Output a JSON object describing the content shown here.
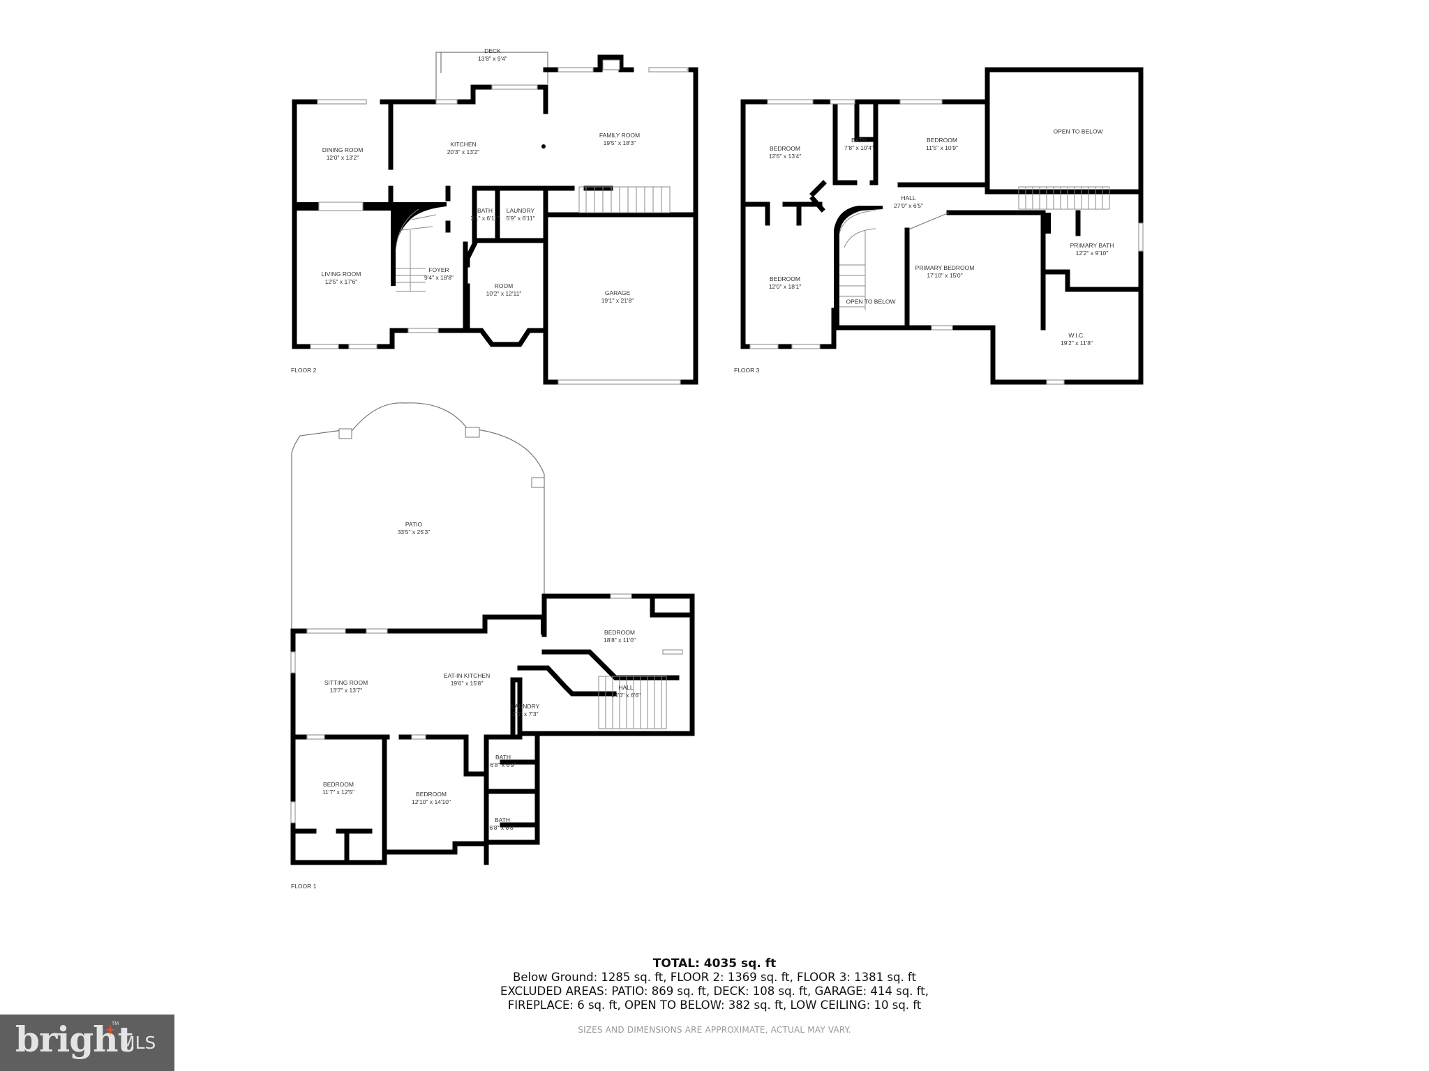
{
  "floors": {
    "floor2": {
      "label": "FLOOR 2",
      "rooms": [
        {
          "name": "DECK",
          "dims": "13'8\" x 9'4\""
        },
        {
          "name": "DINING ROOM",
          "dims": "12'0\" x 13'2\""
        },
        {
          "name": "KITCHEN",
          "dims": "20'3\" x 13'2\""
        },
        {
          "name": "FAMILY ROOM",
          "dims": "19'5\" x 18'3\""
        },
        {
          "name": "BATH",
          "dims": "3'1\" x 6'11\""
        },
        {
          "name": "LAUNDRY",
          "dims": "5'9\" x 6'11\""
        },
        {
          "name": "LIVING ROOM",
          "dims": "12'5\" x 17'6\""
        },
        {
          "name": "FOYER",
          "dims": "9'4\" x 18'8\""
        },
        {
          "name": "ROOM",
          "dims": "10'2\" x 12'11\""
        },
        {
          "name": "GARAGE",
          "dims": "19'1\" x 21'8\""
        }
      ]
    },
    "floor3": {
      "label": "FLOOR 3",
      "rooms": [
        {
          "name": "BEDROOM",
          "dims": "12'6\" x 13'4\""
        },
        {
          "name": "BATH",
          "dims": "7'8\" x 10'4\""
        },
        {
          "name": "BEDROOM",
          "dims": "11'5\" x 10'9\""
        },
        {
          "name": "OPEN TO BELOW",
          "dims": ""
        },
        {
          "name": "HALL",
          "dims": "27'0\" x 6'5\""
        },
        {
          "name": "BEDROOM",
          "dims": "12'0\" x 18'1\""
        },
        {
          "name": "OPEN TO BELOW",
          "dims": ""
        },
        {
          "name": "PRIMARY BEDROOM",
          "dims": "17'10\" x 15'0\""
        },
        {
          "name": "PRIMARY BATH",
          "dims": "12'2\" x 9'10\""
        },
        {
          "name": "W.I.C.",
          "dims": "19'2\" x 11'8\""
        }
      ]
    },
    "floor1": {
      "label": "FLOOR 1",
      "rooms": [
        {
          "name": "PATIO",
          "dims": "33'5\" x 25'3\""
        },
        {
          "name": "BEDROOM",
          "dims": "18'8\" x 11'0\""
        },
        {
          "name": "SITTING ROOM",
          "dims": "13'7\" x 13'7\""
        },
        {
          "name": "EAT-IN KITCHEN",
          "dims": "19'6\" x 15'8\""
        },
        {
          "name": "HALL",
          "dims": "14'0\" x 6'6\""
        },
        {
          "name": "LAUNDRY",
          "dims": "2'6\" x 7'3\""
        },
        {
          "name": "BATH",
          "dims": "6'8\" x 6'9\""
        },
        {
          "name": "BEDROOM",
          "dims": "11'7\" x 12'5\""
        },
        {
          "name": "BEDROOM",
          "dims": "12'10\" x 14'10\""
        },
        {
          "name": "BATH",
          "dims": "6'8\" x 6'8\""
        }
      ]
    }
  },
  "summary": {
    "total": "TOTAL: 4035 sq. ft",
    "line1": "Below Ground: 1285 sq. ft, FLOOR 2: 1369 sq. ft, FLOOR 3: 1381 sq. ft",
    "line2": "EXCLUDED AREAS: PATIO: 869 sq. ft, DECK: 108 sq. ft, GARAGE: 414 sq. ft,",
    "line3": "FIREPLACE: 6 sq. ft, OPEN TO BELOW: 382 sq. ft, LOW CEILING: 10 sq. ft",
    "disclaimer": "SIZES AND DIMENSIONS ARE APPROXIMATE, ACTUAL MAY VARY."
  },
  "logo": {
    "brand": "bright",
    "suffix": "MLS",
    "trademark": "TM",
    "background": "#5f5f5f",
    "accent": "#e0522a"
  },
  "colors": {
    "wall": "#000000",
    "text": "#333333",
    "disclaimer": "#999999"
  }
}
